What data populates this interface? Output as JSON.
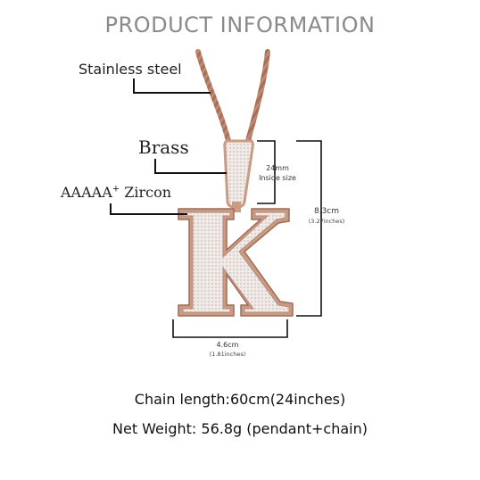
{
  "page": {
    "title": "PRODUCT INFORMATION"
  },
  "labels": {
    "stainless": "Stainless steel",
    "brass": "Brass",
    "zircon_main": "AAAAA",
    "zircon_sup": "+",
    "zircon_rest": " Zircon"
  },
  "dimensions": {
    "bail_size": "24mm",
    "bail_note": "Inside size",
    "height_cm": "8.3cm",
    "height_in": "(3.27inches)",
    "width_cm": "4.6cm",
    "width_in": "(1.81inches)"
  },
  "details": {
    "chain_length": "Chain length:60cm(24inches)",
    "net_weight": "Net Weight: 56.8g (pendant+chain)"
  },
  "pendant": {
    "letter": "K",
    "metal_color": "#c99a84",
    "stone_color": "#efe9e6"
  }
}
